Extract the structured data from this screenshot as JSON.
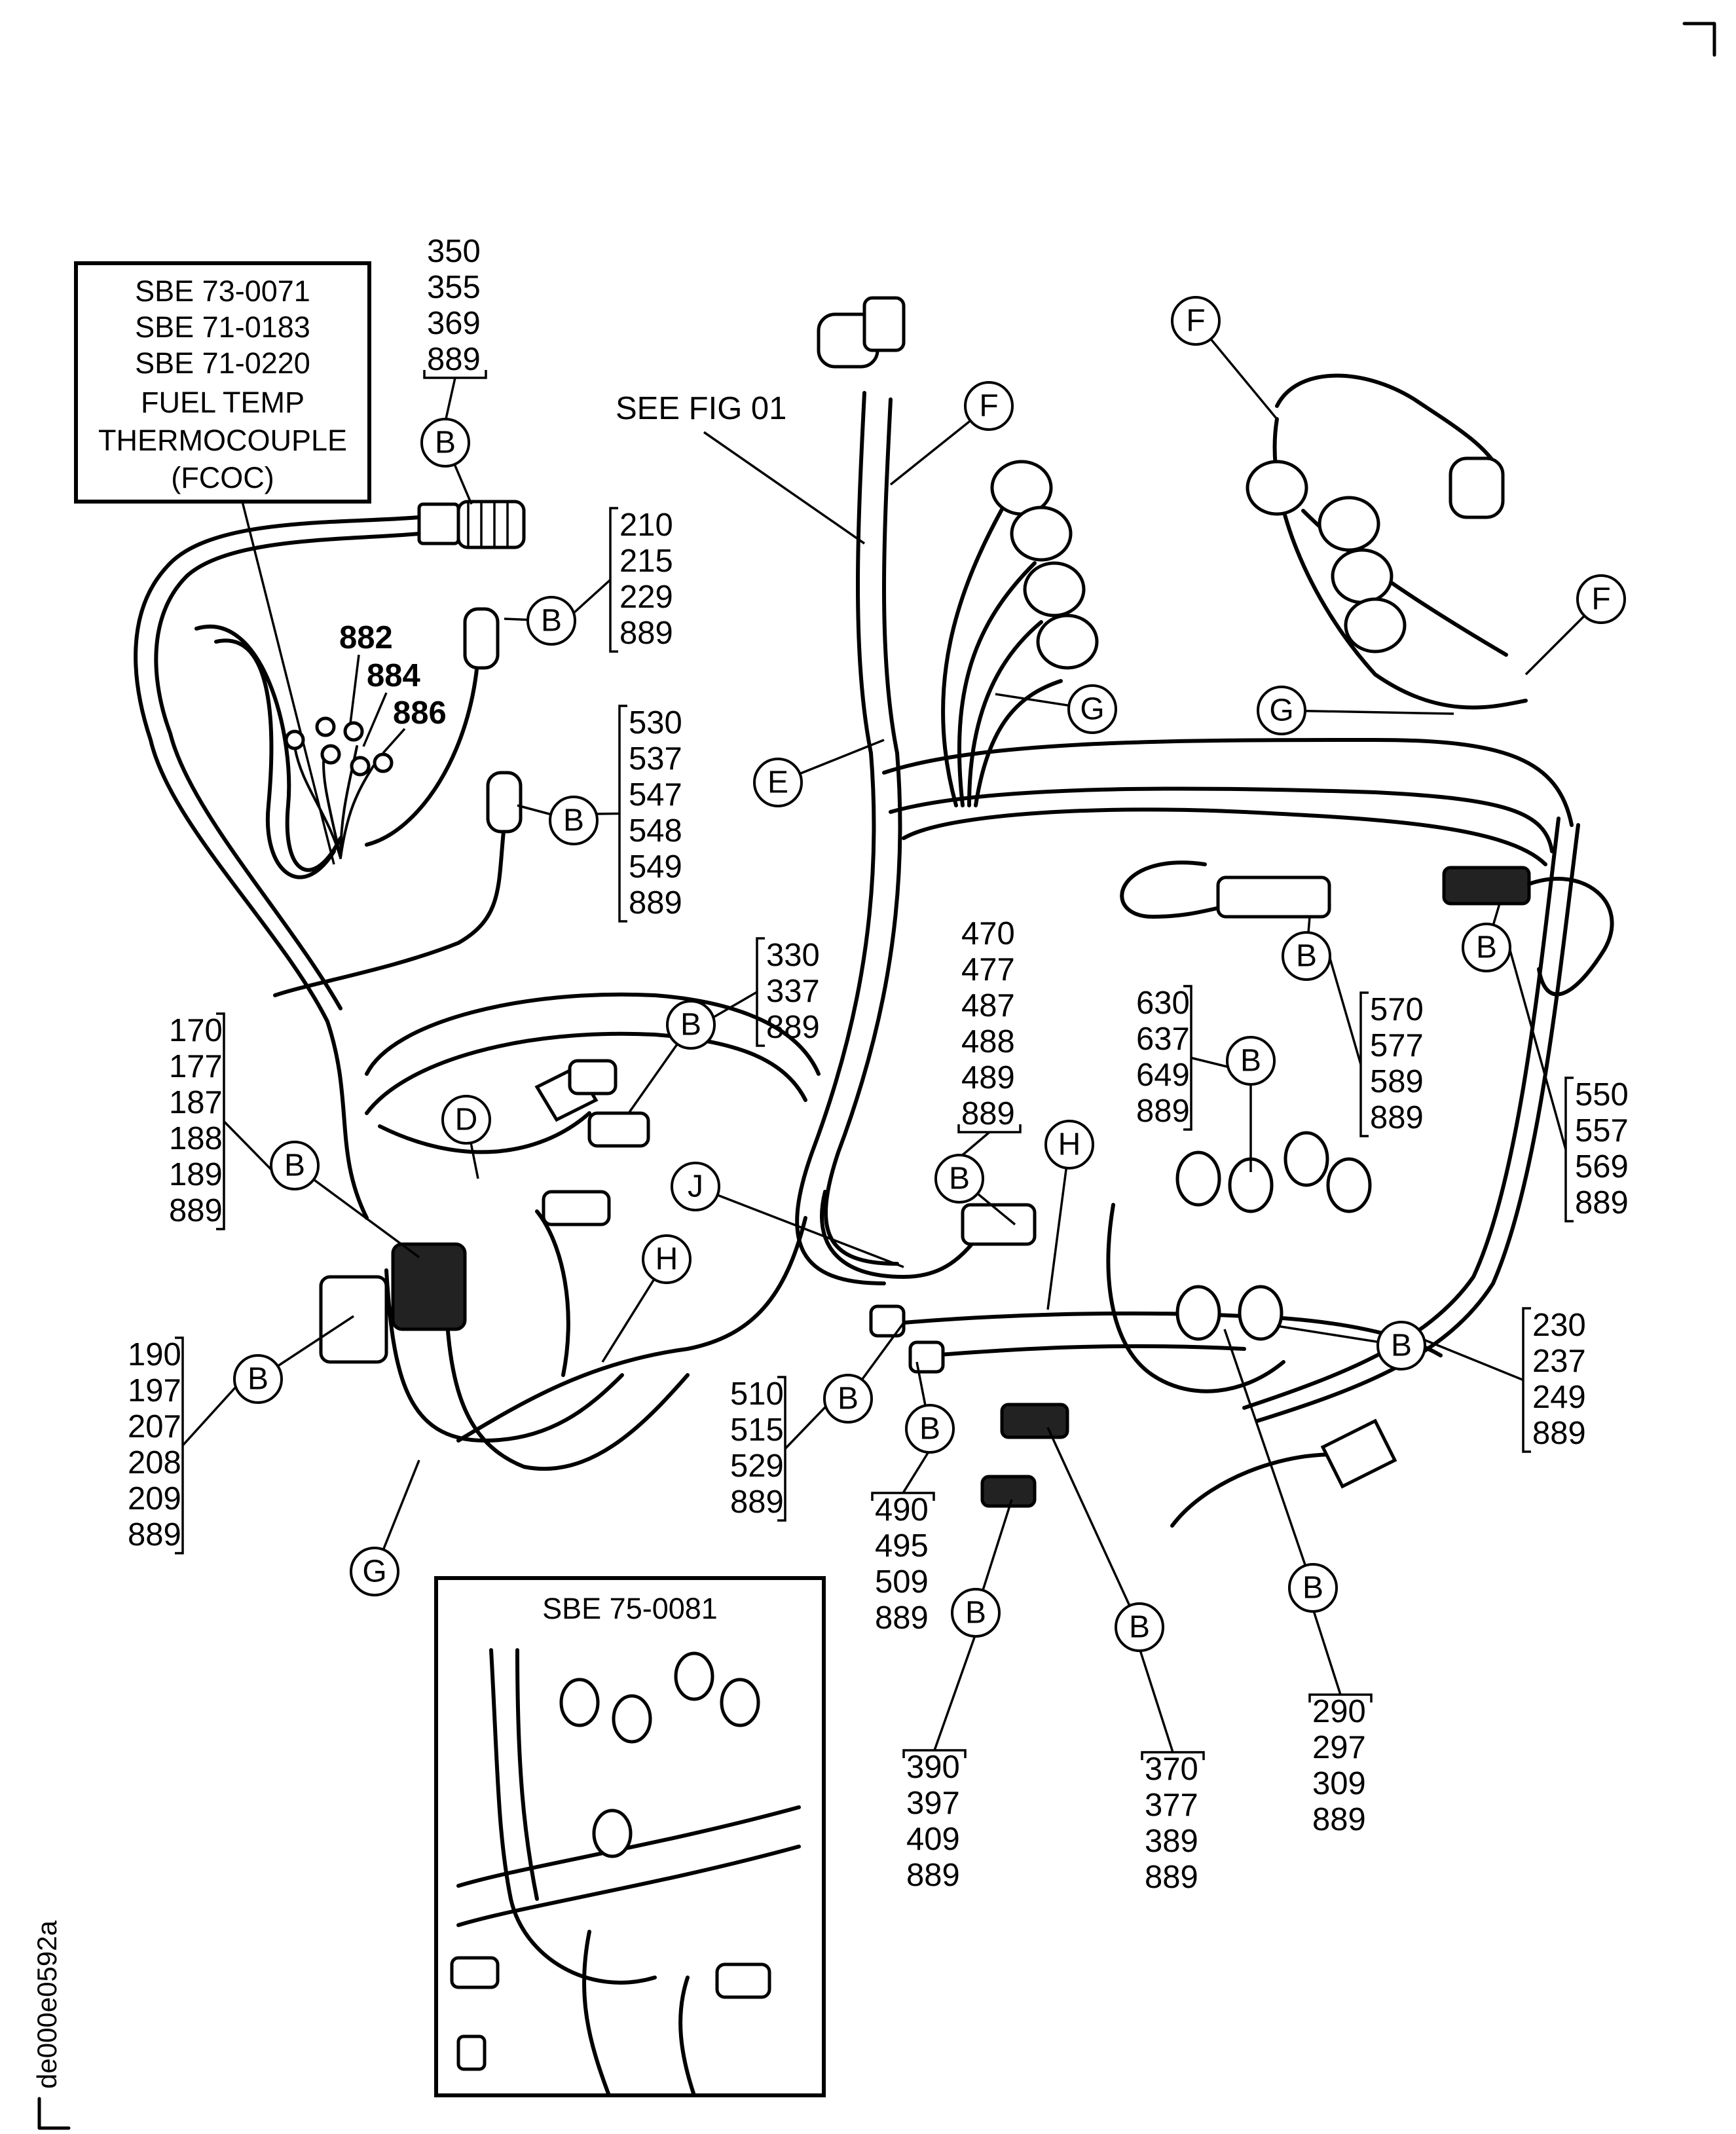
{
  "sbe_box": {
    "lines": [
      "SBE 73-0071",
      "SBE 71-0183",
      "SBE 71-0220",
      "FUEL TEMP",
      "THERMOCOUPLE",
      "(FCOC)"
    ]
  },
  "inset": {
    "title": "SBE 75-0081"
  },
  "see_fig": "SEE FIG 01",
  "document_id": "de000e0592a",
  "thermocouple_items": [
    "882",
    "884",
    "886"
  ],
  "callouts": [
    {
      "letter": "B",
      "items": [
        "350",
        "355",
        "369",
        "889"
      ]
    },
    {
      "letter": "B",
      "items": [
        "210",
        "215",
        "229",
        "889"
      ]
    },
    {
      "letter": "B",
      "items": [
        "530",
        "537",
        "547",
        "548",
        "549",
        "889"
      ]
    },
    {
      "letter": "B",
      "items": [
        "330",
        "337",
        "889"
      ]
    },
    {
      "letter": "B",
      "items": [
        "170",
        "177",
        "187",
        "188",
        "189",
        "889"
      ]
    },
    {
      "letter": "B",
      "items": [
        "190",
        "197",
        "207",
        "208",
        "209",
        "889"
      ]
    },
    {
      "letter": "B",
      "items": [
        "510",
        "515",
        "529",
        "889"
      ]
    },
    {
      "letter": "B",
      "items": [
        "470",
        "477",
        "487",
        "488",
        "489",
        "889"
      ]
    },
    {
      "letter": "B",
      "items": [
        "630",
        "637",
        "649",
        "889"
      ]
    },
    {
      "letter": "B",
      "items": [
        "570",
        "577",
        "589",
        "889"
      ]
    },
    {
      "letter": "B",
      "items": [
        "550",
        "557",
        "569",
        "889"
      ]
    },
    {
      "letter": "B",
      "items": [
        "230",
        "237",
        "249",
        "889"
      ]
    },
    {
      "letter": "B",
      "items": [
        "490",
        "495",
        "509",
        "889"
      ]
    },
    {
      "letter": "B",
      "items": [
        "390",
        "397",
        "409",
        "889"
      ]
    },
    {
      "letter": "B",
      "items": [
        "370",
        "377",
        "389",
        "889"
      ]
    },
    {
      "letter": "B",
      "items": [
        "290",
        "297",
        "309",
        "889"
      ]
    }
  ],
  "letters": {
    "b": "B",
    "d": "D",
    "e": "E",
    "f": "F",
    "g": "G",
    "h": "H",
    "j": "J"
  }
}
